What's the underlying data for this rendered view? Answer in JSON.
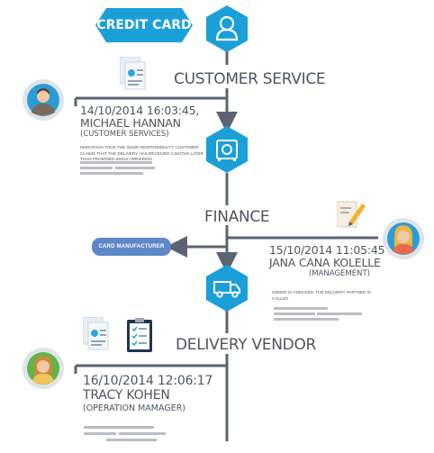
{
  "header": {
    "badge_label": "CREDIT CARD"
  },
  "stages": {
    "customer_service": "CUSTOMER SERVICE",
    "finance": "FINANCE",
    "delivery_vendor": "DELIVERY VENDOR"
  },
  "entries": {
    "michael": {
      "timestamp": "14/10/2014 16:03:45,",
      "name": "MICHAEL HANNAN",
      "role": "(CUSTOMER SERVICES)",
      "note": "Murathan took the issue responsibility customer claims that the delivery has received 2 moths later than promised while ordering"
    },
    "jana": {
      "timestamp": "15/10/2014 11:05:45",
      "name": "JANA CANA KOLELLE",
      "role": "(MANAGEMENT)",
      "note": "Order is checked, the delivery partner is called"
    },
    "tracy": {
      "timestamp": "16/10/2014 12:06:17",
      "name": "TRACY KOHEN",
      "role": "(OPERATION MAMAGER)"
    }
  },
  "tags": {
    "card_manufacturer": "CARD MANUFACTURER"
  },
  "icons": {
    "credit_hex": "user-icon",
    "cs_hex": "safe-icon",
    "delivery_hex": "truck-icon",
    "doc1": "document-chart-icon",
    "doc2": "document-chart-icon",
    "clipboard": "clipboard-checklist-icon",
    "edit": "edit-document-icon"
  },
  "colors": {
    "accent": "#1a9fd9",
    "line": "#5b6470",
    "pill": "#5f86c6",
    "text": "#4a5663"
  }
}
